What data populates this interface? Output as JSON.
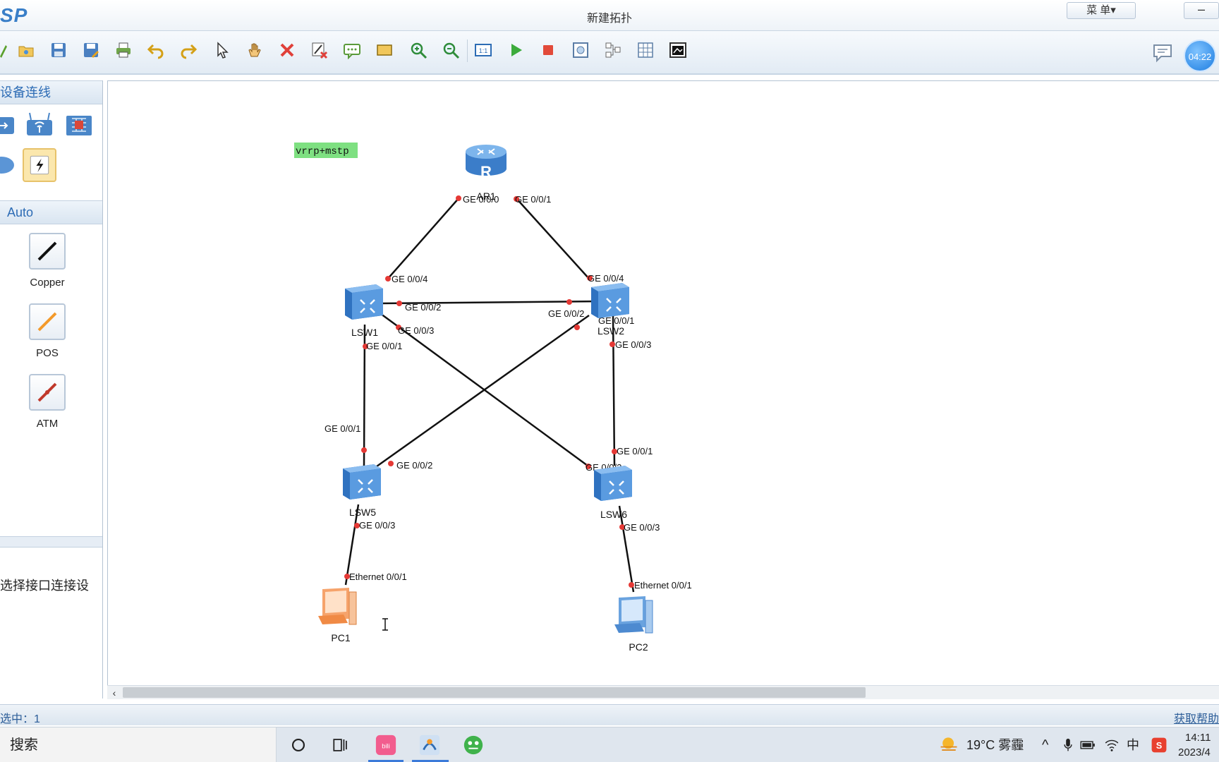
{
  "window": {
    "logo": "SP",
    "title": "新建拓扑",
    "menu_label": "菜 单▾",
    "minimize_label": "–",
    "timer": "04:22"
  },
  "toolbar": {
    "buttons": [
      "new-topology",
      "open",
      "save",
      "save-as",
      "print",
      "undo",
      "redo",
      "select",
      "pan",
      "delete",
      "delete-link",
      "text-label",
      "rectangle",
      "zoom-in",
      "zoom-out",
      "fit",
      "start-device",
      "stop-device",
      "capture",
      "topology",
      "grid",
      "screenshot"
    ]
  },
  "leftpanel": {
    "section1_title": "设备连线",
    "section2_title": "Auto",
    "cables": [
      {
        "label": "Copper",
        "color": "#111111"
      },
      {
        "label": "POS",
        "color": "#f39a2b"
      },
      {
        "label": "ATM",
        "color": "#c0392b"
      }
    ],
    "description": "选择接口连接设"
  },
  "canvas": {
    "note": "vrrp+mstp",
    "devices": [
      {
        "id": "AR1",
        "label": "AR1",
        "type": "router"
      },
      {
        "id": "LSW1",
        "label": "LSW1",
        "type": "switch"
      },
      {
        "id": "LSW2",
        "label": "LSW2",
        "type": "switch"
      },
      {
        "id": "LSW5",
        "label": "LSW5",
        "type": "switch"
      },
      {
        "id": "LSW6",
        "label": "LSW6",
        "type": "switch"
      },
      {
        "id": "PC1",
        "label": "PC1",
        "type": "pc-orange"
      },
      {
        "id": "PC2",
        "label": "PC2",
        "type": "pc-blue"
      }
    ],
    "ports": [
      "GE 0/0/0",
      "GE 0/0/1",
      "GE 0/0/4",
      "GE 0/0/2",
      "GE 0/0/3",
      "GE 0/0/1",
      "GE 0/0/4",
      "GE 0/0/2",
      "GE 0/0/1",
      "GE 0/0/3",
      "GE 0/0/1",
      "GE 0/0/2",
      "GE 0/0/3",
      "GE 0/0/1",
      "GE 0/0/2",
      "GE 0/0/3",
      "Ethernet 0/0/1",
      "Ethernet 0/0/1"
    ]
  },
  "statusbar": {
    "selected": "选中：1",
    "help": "获取帮助"
  },
  "taskbar": {
    "search_label": "搜索",
    "weather": "19°C 雾霾",
    "ime": "中",
    "time": "14:11",
    "date": "2023/4"
  },
  "colors": {
    "accent": "#2d6cb5",
    "link": "#111111",
    "port_dot": "#e53935",
    "note_bg": "#7ee081"
  }
}
